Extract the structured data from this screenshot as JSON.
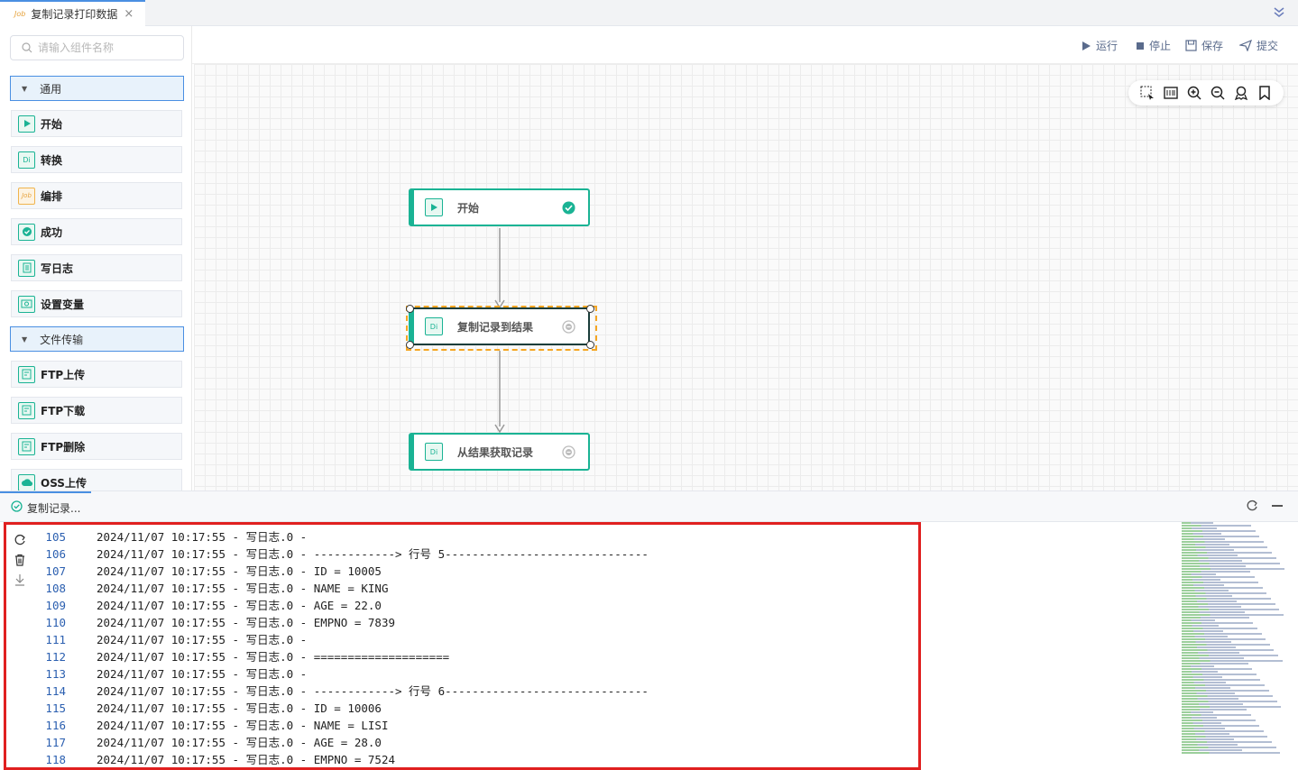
{
  "tab": {
    "title": "复制记录打印数据",
    "icon": "Job",
    "close": "×"
  },
  "sidebar": {
    "search_placeholder": "请输入组件名称",
    "groups": [
      {
        "label": "通用"
      },
      {
        "label": "文件传输"
      }
    ],
    "items": [
      {
        "label": "开始",
        "icon": "play-icon"
      },
      {
        "label": "转换",
        "icon": "Di"
      },
      {
        "label": "编排",
        "icon": "Job"
      },
      {
        "label": "成功",
        "icon": "check-circle-icon"
      },
      {
        "label": "写日志",
        "icon": "log-icon"
      },
      {
        "label": "设置变量",
        "icon": "variable-icon"
      },
      {
        "label": "FTP上传",
        "icon": "ftp-upload-icon"
      },
      {
        "label": "FTP下载",
        "icon": "ftp-download-icon"
      },
      {
        "label": "FTP删除",
        "icon": "ftp-delete-icon"
      },
      {
        "label": "OSS上传",
        "icon": "oss-upload-icon"
      }
    ]
  },
  "toolbar": {
    "run": "运行",
    "stop": "停止",
    "save": "保存",
    "submit": "提交"
  },
  "nodes": [
    {
      "label": "开始",
      "icon": "play-icon",
      "status": "success"
    },
    {
      "label": "复制记录到结果",
      "icon": "Di",
      "status": "pending"
    },
    {
      "label": "从结果获取记录",
      "icon": "Di",
      "status": "pending"
    }
  ],
  "bottom": {
    "tab_label": "复制记录..."
  },
  "log": [
    {
      "n": "105",
      "text": "2024/11/07 10:17:55 - 写日志.0 -"
    },
    {
      "n": "106",
      "text": "2024/11/07 10:17:55 - 写日志.0 - ------------> 行号 5------------------------------"
    },
    {
      "n": "107",
      "text": "2024/11/07 10:17:55 - 写日志.0 - ID = 10005"
    },
    {
      "n": "108",
      "text": "2024/11/07 10:17:55 - 写日志.0 - NAME = KING"
    },
    {
      "n": "109",
      "text": "2024/11/07 10:17:55 - 写日志.0 - AGE = 22.0"
    },
    {
      "n": "110",
      "text": "2024/11/07 10:17:55 - 写日志.0 - EMPNO = 7839"
    },
    {
      "n": "111",
      "text": "2024/11/07 10:17:55 - 写日志.0 -"
    },
    {
      "n": "112",
      "text": "2024/11/07 10:17:55 - 写日志.0 - ===================="
    },
    {
      "n": "113",
      "text": "2024/11/07 10:17:55 - 写日志.0 -"
    },
    {
      "n": "114",
      "text": "2024/11/07 10:17:55 - 写日志.0 - ------------> 行号 6------------------------------"
    },
    {
      "n": "115",
      "text": "2024/11/07 10:17:55 - 写日志.0 - ID = 10006"
    },
    {
      "n": "116",
      "text": "2024/11/07 10:17:55 - 写日志.0 - NAME = LISI"
    },
    {
      "n": "117",
      "text": "2024/11/07 10:17:55 - 写日志.0 - AGE = 28.0"
    },
    {
      "n": "118",
      "text": "2024/11/07 10:17:55 - 写日志.0 - EMPNO = 7524"
    }
  ],
  "colors": {
    "accent": "#1ab394",
    "primary": "#4a8fe2",
    "highlight": "#e02020",
    "selection": "#f5a623"
  }
}
